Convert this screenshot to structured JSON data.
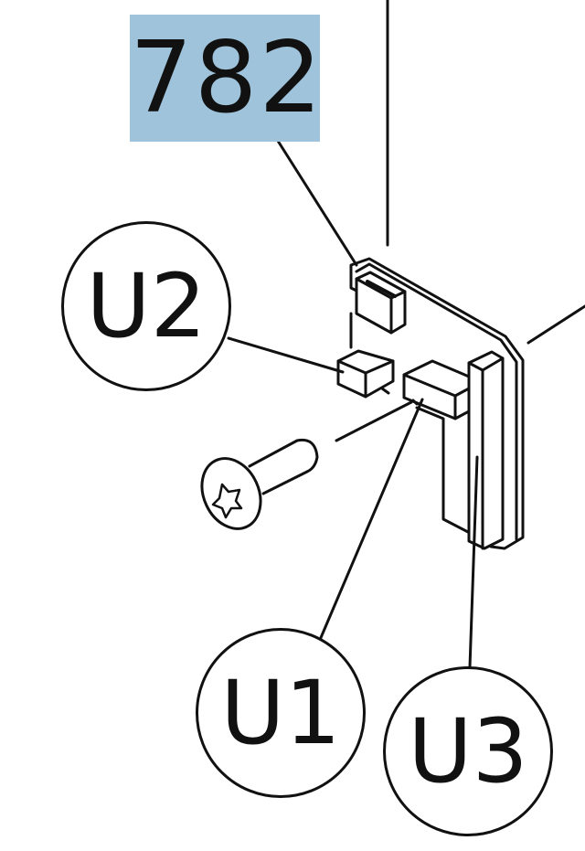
{
  "part_label": "782",
  "callouts": {
    "u2": "U2",
    "u1": "U1",
    "u3": "U3"
  },
  "colors": {
    "highlight": "#9fc3da",
    "line": "#111111"
  }
}
